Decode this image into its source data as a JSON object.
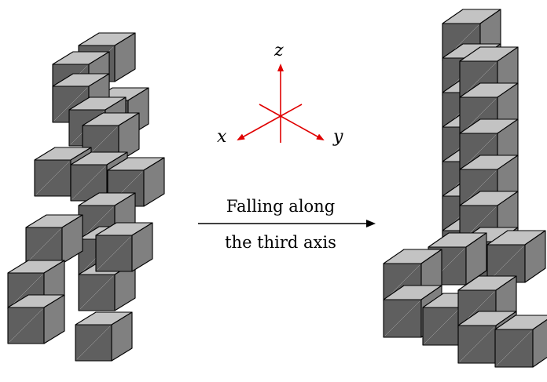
{
  "axes": {
    "x_label": "x",
    "y_label": "y",
    "z_label": "z",
    "color": "#e00000"
  },
  "caption": {
    "line1": "Falling along",
    "line2": "the third axis"
  },
  "colors": {
    "cube_top": "#c3c3c3",
    "cube_front": "#5f5f5f",
    "cube_side": "#808080",
    "outline": "#000000"
  }
}
